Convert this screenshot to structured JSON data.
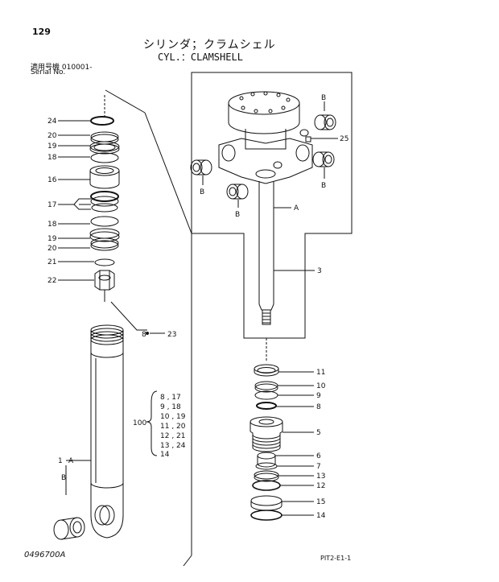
{
  "header": {
    "page_number": "129",
    "title_jp": "シリンダ；クラムシェル",
    "title_en": "CYL.：CLAMSHELL",
    "serial_label_jp": "適用号機",
    "serial_value": "010001-",
    "serial_label_en": "Serial No."
  },
  "footer": {
    "figure_number": "0496700A",
    "sheet_ref": "PIT2-E1-1"
  },
  "callouts": {
    "left": [
      "24",
      "20",
      "19",
      "18",
      "16",
      "17",
      "18",
      "19",
      "20",
      "21",
      "22"
    ],
    "kit_ref": "23",
    "kit_marker": "8",
    "kit_number": "100",
    "kit_items": [
      "8 , 17",
      "9 , 18",
      "10 , 19",
      "11 , 20",
      "12 , 21",
      "13 , 24",
      "14"
    ],
    "tube_part": "1",
    "tube_ref_a": "A",
    "tube_ref_b": "B",
    "rod_ref_a": "A",
    "rod_part": "3",
    "bushing_ref": "B",
    "pin_part": "25",
    "right": [
      "11",
      "10",
      "9",
      "8",
      "5",
      "6",
      "7",
      "13",
      "12",
      "15",
      "14"
    ]
  }
}
